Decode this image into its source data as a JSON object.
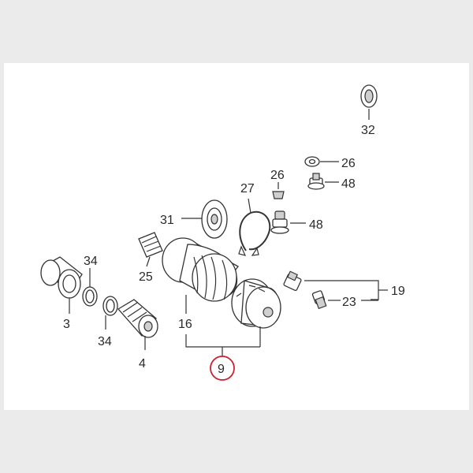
{
  "diagram": {
    "callouts": {
      "c32": "32",
      "c26a": "26",
      "c48a": "48",
      "c27": "27",
      "c26b": "26",
      "c31": "31",
      "c48b": "48",
      "c34a": "34",
      "c25": "25",
      "c19": "19",
      "c23": "23",
      "c3": "3",
      "c34b": "34",
      "c16": "16",
      "c4": "4",
      "c9": "9"
    },
    "highlight_color": "#cc1f2f",
    "line_color": "#333333"
  }
}
